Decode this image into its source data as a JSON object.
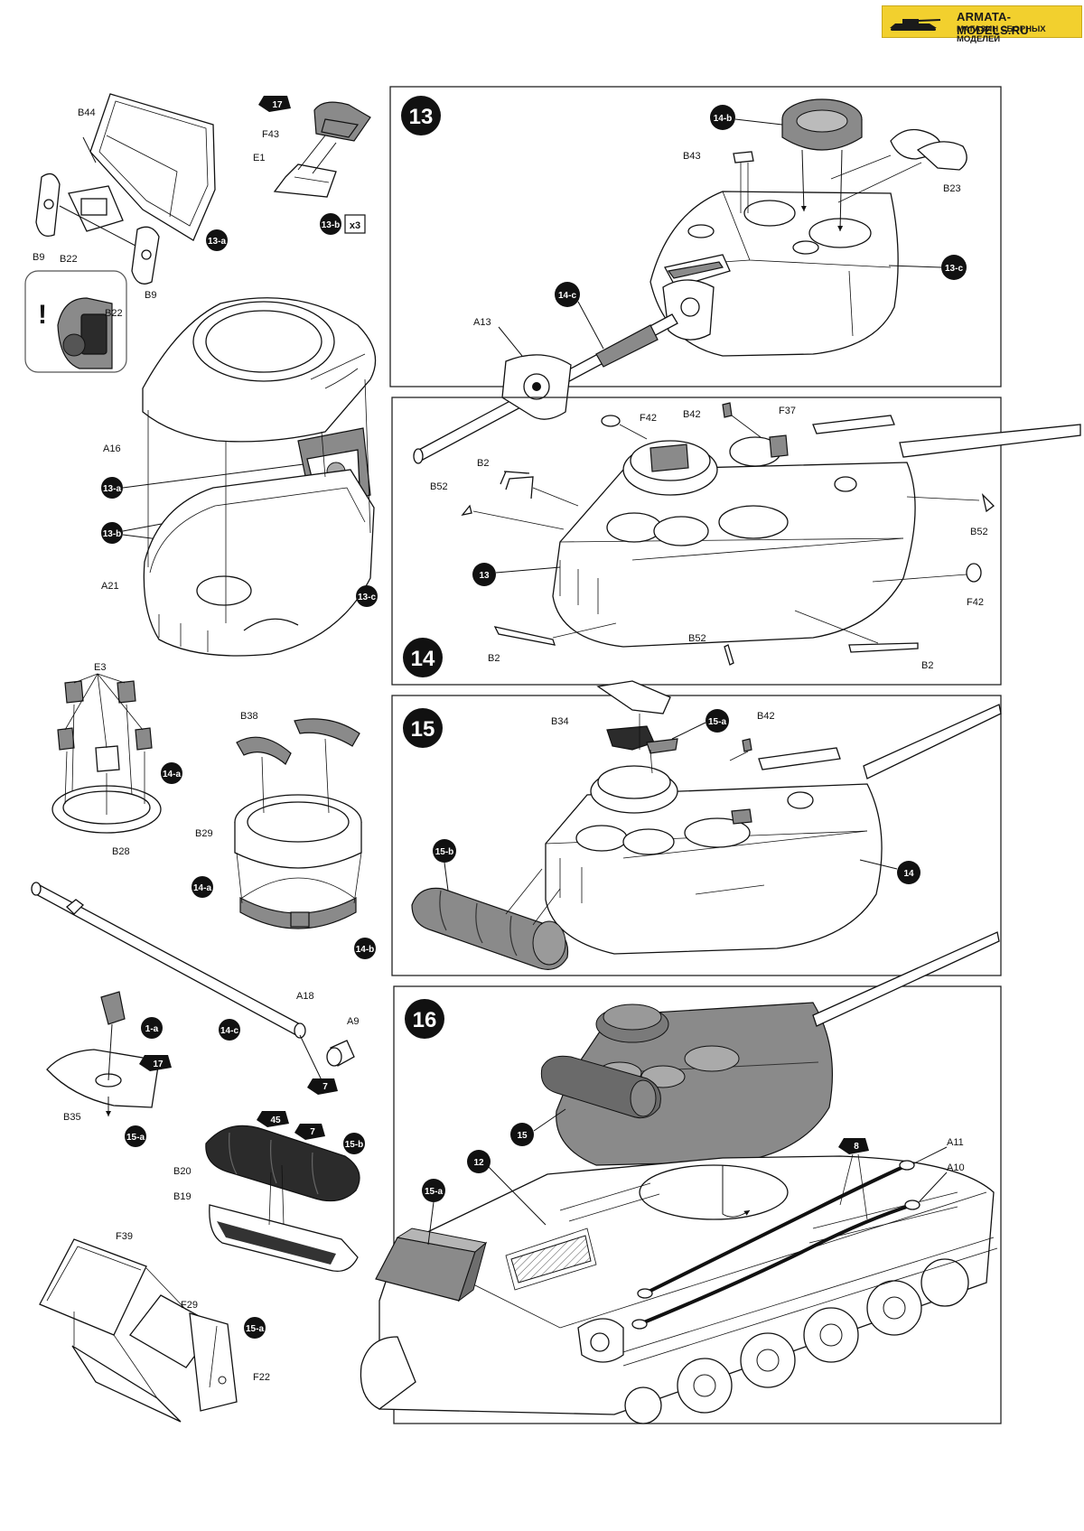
{
  "brand": {
    "name": "ARMATA-MODELS.RU",
    "tagline": "МАГАЗИН СБОРНЫХ МОДЕЛЕЙ",
    "background": "#f2d02e"
  },
  "steps": [
    {
      "id": "13",
      "label": "13"
    },
    {
      "id": "14",
      "label": "14"
    },
    {
      "id": "15",
      "label": "15"
    },
    {
      "id": "16",
      "label": "16"
    }
  ],
  "parts": {
    "B44": "B44",
    "B9a": "B9",
    "B22": "B22",
    "B9b": "B9",
    "B22b": "B22",
    "F43": "F43",
    "E1": "E1",
    "A16": "A16",
    "A21": "A21",
    "B43": "B43",
    "B23": "B23",
    "A13": "A13",
    "F42a": "F42",
    "B42a": "B42",
    "F37": "F37",
    "B2a": "B2",
    "B52a": "B52",
    "B52b": "B52",
    "F42b": "F42",
    "B2b": "B2",
    "B52c": "B52",
    "B2c": "B2",
    "E3": "E3",
    "B28": "B28",
    "B38": "B38",
    "B29": "B29",
    "A18": "A18",
    "A9": "A9",
    "B35": "B35",
    "B20": "B20",
    "B19": "B19",
    "F39": "F39",
    "F29": "F29",
    "F22": "F22",
    "B34": "B34",
    "B42b": "B42",
    "A11": "A11",
    "A10": "A10"
  },
  "badges": {
    "b13a_1": "13-a",
    "b13b_count": "x3",
    "b13b": "13-b",
    "b13a_2": "13-a",
    "b13b_2": "13-b",
    "b13c": "13-c",
    "b14b": "14-b",
    "b14c": "14-c",
    "b13c_2": "13-c",
    "b13_ref": "13",
    "b14a": "14-a",
    "b14a_2": "14-a",
    "b14b_2": "14-b",
    "b1a": "1-a",
    "b14c_2": "14-c",
    "b15a": "15-a",
    "b15b": "15-b",
    "b15a_2": "15-a",
    "b15a_3": "15-a",
    "b15b_2": "15-b",
    "b14_ref": "14",
    "b15_ref": "15",
    "b12_ref": "12",
    "b15a_4": "15-a"
  },
  "stars": {
    "s17a": "17",
    "s17b": "17",
    "s7a": "7",
    "s45": "45",
    "s7b": "7",
    "s8": "8"
  },
  "warning": "!"
}
